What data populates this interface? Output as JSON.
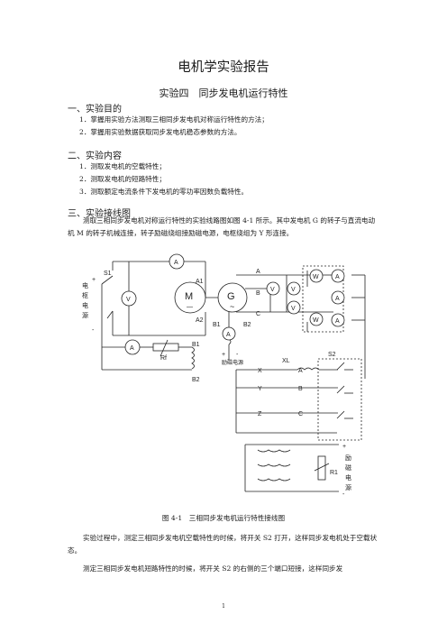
{
  "doc": {
    "title": "电机学实验报告",
    "subtitle": "实验四　同步发电机运行特性",
    "sections": [
      {
        "heading": "一、实验目的",
        "items": [
          "1．掌握用实验方法测取三相同步发电机对称运行特性的方法；",
          "2．掌握用实验数据获取同步发电机稳态参数的方法。"
        ]
      },
      {
        "heading": "二、实验内容",
        "items": [
          "1．测取发电机的空载特性；",
          "2．测取发电机的短路特性；",
          "3．测取额定电流条件下发电机的零功率因数负载特性。"
        ]
      },
      {
        "heading": "三、实验接线图",
        "paragraph": "测取三相同步发电机对称运行特性的实验线路图如图 4-1 所示。其中发电机 G 的转子与直流电动机 M 的转子机械连接，转子励磁绕组接励磁电源，电枢绕组为 Y 形连接。"
      }
    ],
    "figure_caption": "图 4-1　三相同步发电机运行特性接线图",
    "body_paragraphs": [
      "实验过程中，测定三相同步发电机空载特性的时候，将开关 S2 打开，这样同步发电机处于空载状态。",
      "测定三相同步发电机短路特性的时候，将开关 S2 的右侧的三个端口短接，这样同步发"
    ],
    "page_number": "1"
  },
  "diagram": {
    "labels": {
      "s1": "S1",
      "armature_supply": [
        "电",
        "枢",
        "电",
        "源"
      ],
      "plus": "+",
      "minus": "-",
      "ammeter": "A",
      "voltmeter": "V",
      "wattmeter": "W",
      "motor": "M",
      "motor_symbol": "—",
      "generator": "G",
      "generator_symbol": "~",
      "a1": "A1",
      "a2": "A2",
      "b1": "B1",
      "b2": "B2",
      "rf": "Rf",
      "phase_a": "A",
      "phase_b": "B",
      "phase_c": "C",
      "s2": "S2",
      "x": "X",
      "y": "Y",
      "z": "Z",
      "xl": "XL",
      "field_supply_short": "励磁电源",
      "field_supply_right": [
        "励",
        "磁",
        "电",
        "源"
      ],
      "r1": "R1"
    }
  }
}
